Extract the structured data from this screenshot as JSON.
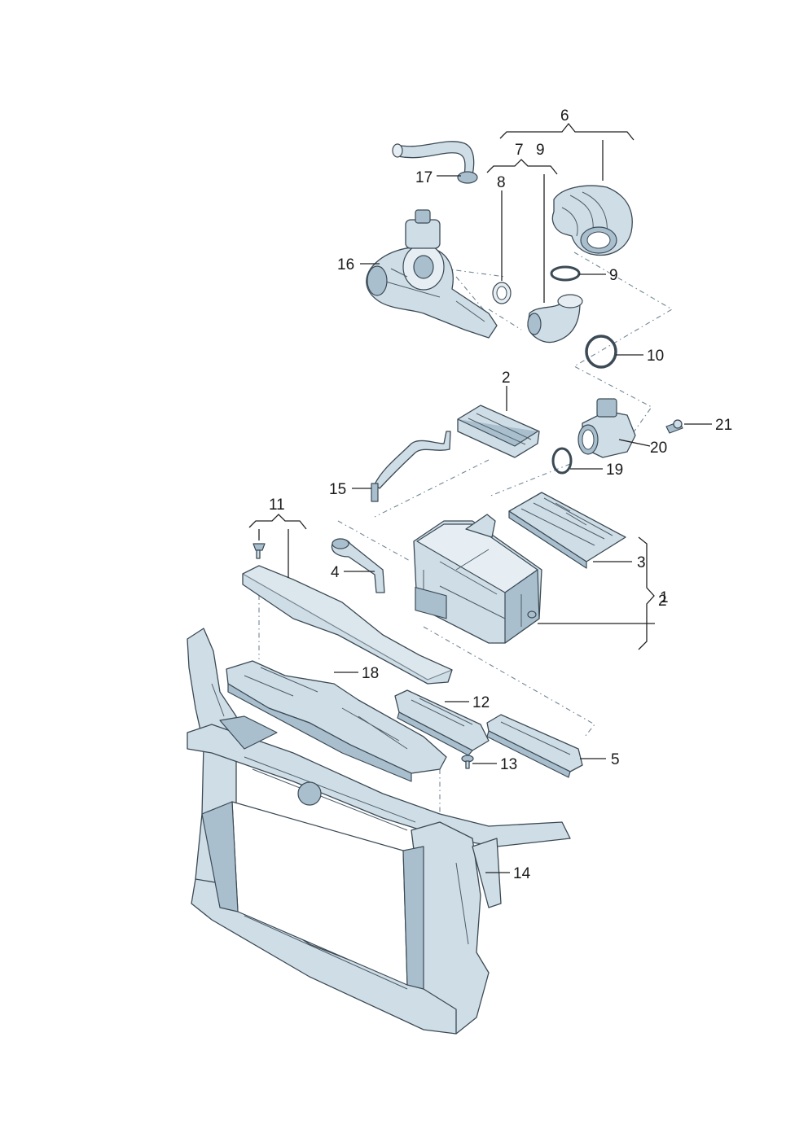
{
  "diagram": {
    "callouts": [
      "1",
      "2",
      "2",
      "3",
      "4",
      "5",
      "6",
      "7",
      "8",
      "9",
      "9",
      "10",
      "11",
      "12",
      "13",
      "14",
      "15",
      "16",
      "17",
      "18",
      "19",
      "20",
      "21"
    ]
  },
  "colors": {
    "part_fill": "#cfdde6",
    "part_shade": "#a9bfcd",
    "outline": "#3b4a55",
    "leader": "#222222",
    "dash": "#6f8796"
  }
}
